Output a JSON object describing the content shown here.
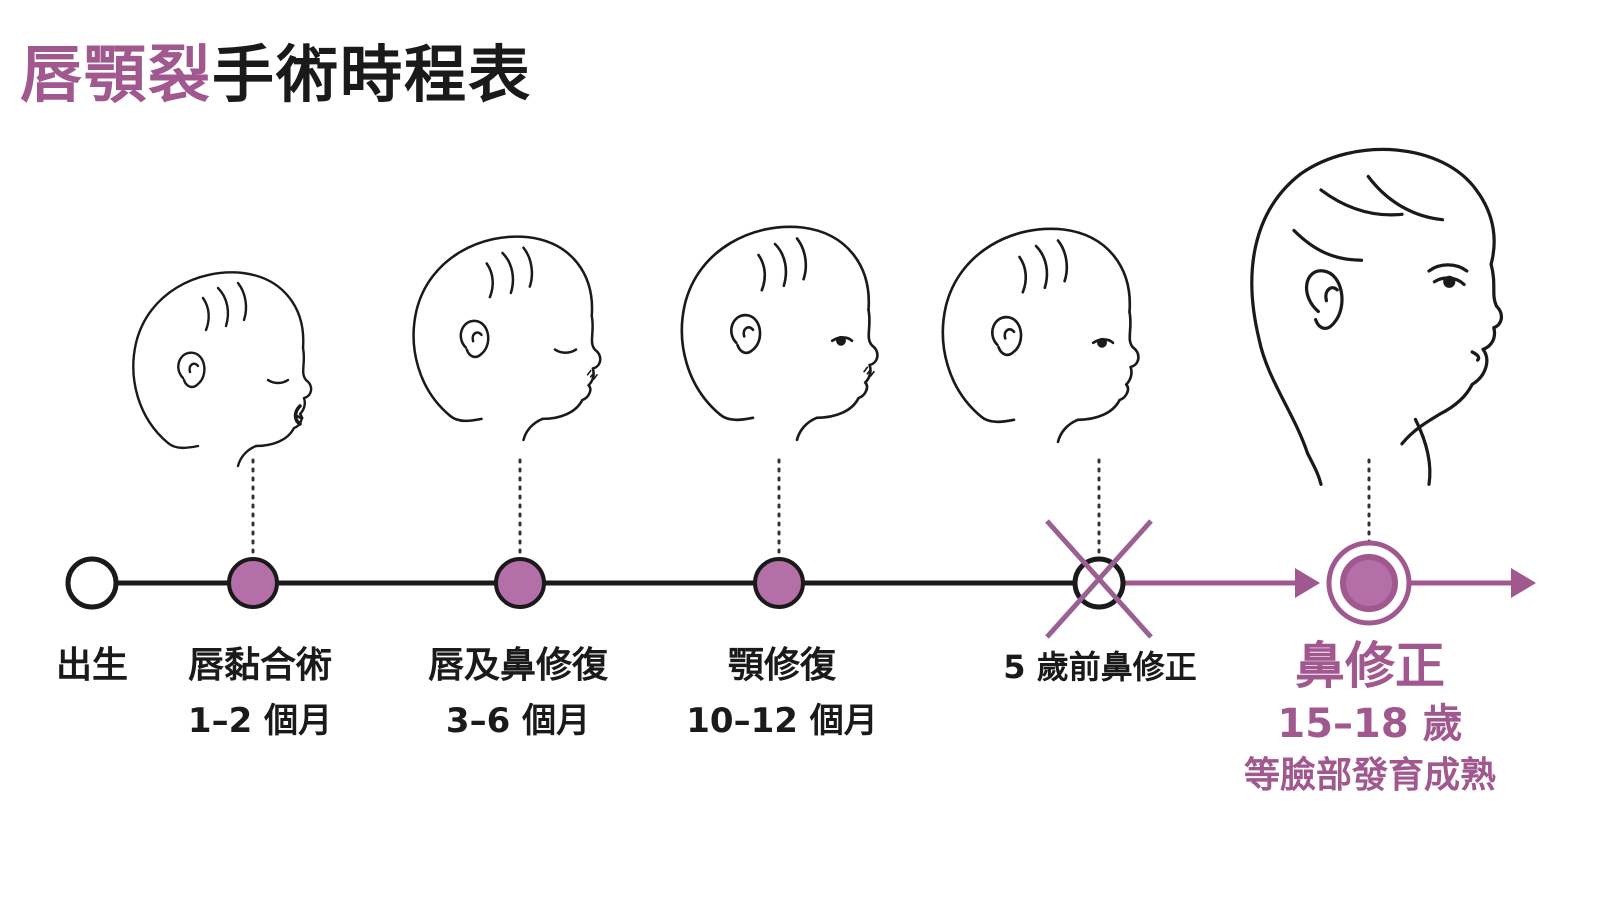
{
  "title": {
    "accent": "唇顎裂",
    "rest": "手術時程表"
  },
  "colors": {
    "accent": "#a0588f",
    "node_fill": "#b46fa8",
    "line": "#1a1a1a",
    "cross": "#9a5f93"
  },
  "milestones": [
    {
      "id": "birth",
      "label": "出生",
      "sub": "",
      "state": "open"
    },
    {
      "id": "lip-adhesion",
      "label": "唇黏合術",
      "sub": "1–2 個月",
      "state": "filled"
    },
    {
      "id": "lip-nose-repair",
      "label": "唇及鼻修復",
      "sub": "3–6 個月",
      "state": "filled"
    },
    {
      "id": "palate-repair",
      "label": "顎修復",
      "sub": "10–12 個月",
      "state": "filled"
    },
    {
      "id": "early-rhinoplasty",
      "label": "5 歲前鼻修正",
      "sub": "",
      "state": "crossed"
    },
    {
      "id": "rhinoplasty",
      "label": "鼻修正",
      "sub": "15–18 歲",
      "note": "等臉部發育成熟",
      "state": "target"
    }
  ],
  "figures": [
    {
      "name": "infant-head-cleft-lip-icon"
    },
    {
      "name": "baby-head-repaired-lip-icon"
    },
    {
      "name": "toddler-head-icon"
    },
    {
      "name": "child-head-icon"
    },
    {
      "name": "teen-head-icon"
    }
  ]
}
